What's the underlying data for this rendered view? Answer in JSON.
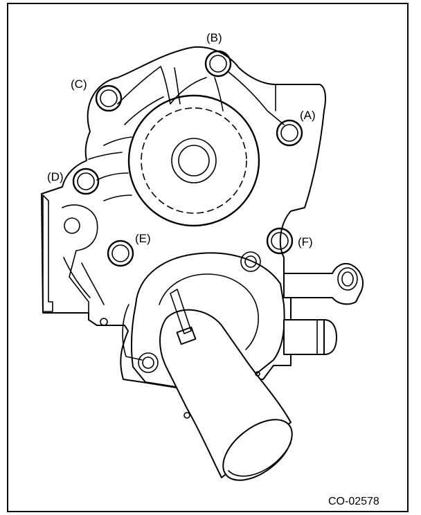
{
  "figure": {
    "code": "CO-02578",
    "labels": {
      "A": "(A)",
      "B": "(B)",
      "C": "(C)",
      "D": "(D)",
      "E": "(E)",
      "F": "(F)"
    }
  }
}
